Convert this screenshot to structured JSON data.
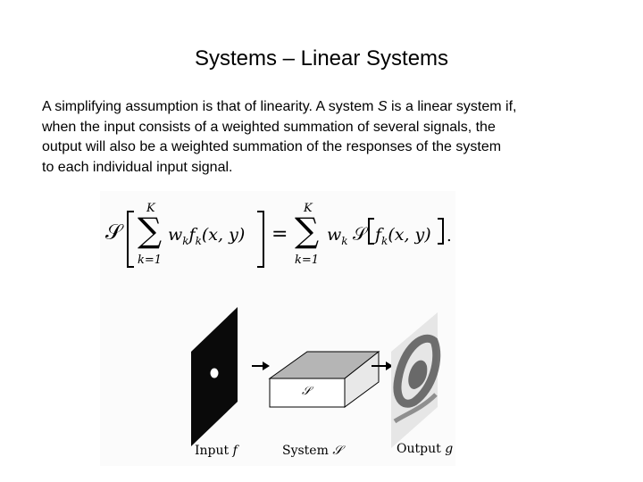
{
  "slide": {
    "title": "Systems – Linear Systems",
    "paragraph": {
      "line1_a": "A simplifying assumption is that of linearity.  A system ",
      "line1_sym": "S",
      "line1_b": " is a linear system if,",
      "line2": "when the input consists of a weighted summation of several signals, the",
      "line3": "output will also be a weighted summation of the responses of the system",
      "line4": "to each individual input signal."
    }
  },
  "equation": {
    "system_symbol": "𝒮",
    "sum_upper": "K",
    "sum_lower": "k=1",
    "sum_sign": "∑",
    "left_term": "w",
    "left_term_sub": "k",
    "left_func": "f",
    "left_func_sub": "k",
    "left_args": "(x, y)",
    "equals": "=",
    "right_weight": "w",
    "right_weight_sub": "k",
    "right_system": "𝒮",
    "right_func": "f",
    "right_func_sub": "k",
    "right_args": "(x, y)",
    "period": "."
  },
  "diagram": {
    "box_symbol": "𝒮",
    "caption_input": "Input ",
    "caption_input_sym": "f",
    "caption_system": "System ",
    "caption_system_sym": "𝒮",
    "caption_output": "Output ",
    "caption_output_sym": "g"
  }
}
